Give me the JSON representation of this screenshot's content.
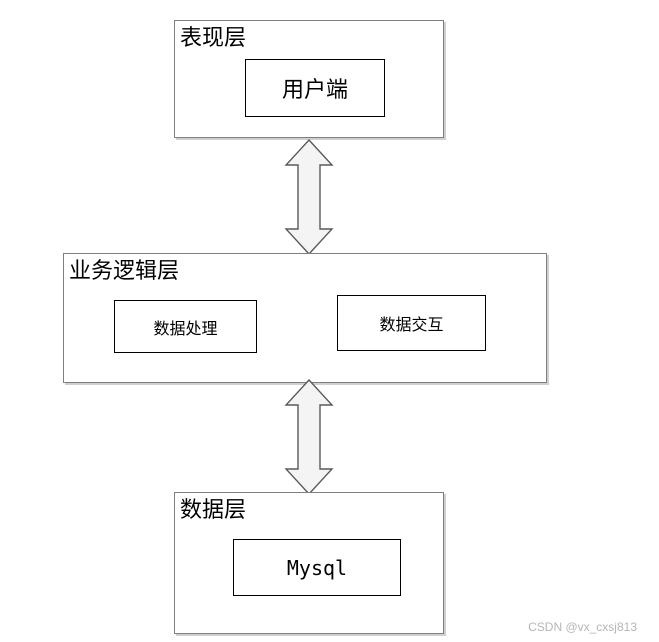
{
  "diagram": {
    "presentation_layer": {
      "title": "表现层",
      "components": [
        "用户端"
      ]
    },
    "business_layer": {
      "title": "业务逻辑层",
      "components": [
        "数据处理",
        "数据交互"
      ]
    },
    "data_layer": {
      "title": "数据层",
      "components": [
        "Mysql"
      ]
    },
    "connections": [
      {
        "from": "表现层",
        "to": "业务逻辑层",
        "type": "bidirectional-arrow"
      },
      {
        "from": "业务逻辑层",
        "to": "数据层",
        "type": "bidirectional-arrow"
      }
    ]
  },
  "watermark": "CSDN @vx_cxsj813",
  "colors": {
    "border": "#7f7f7f",
    "inner_border": "#000000",
    "arrow_fill": "#f4f4f4",
    "arrow_stroke": "#5a5a5a",
    "watermark": "#b5b5b5"
  }
}
